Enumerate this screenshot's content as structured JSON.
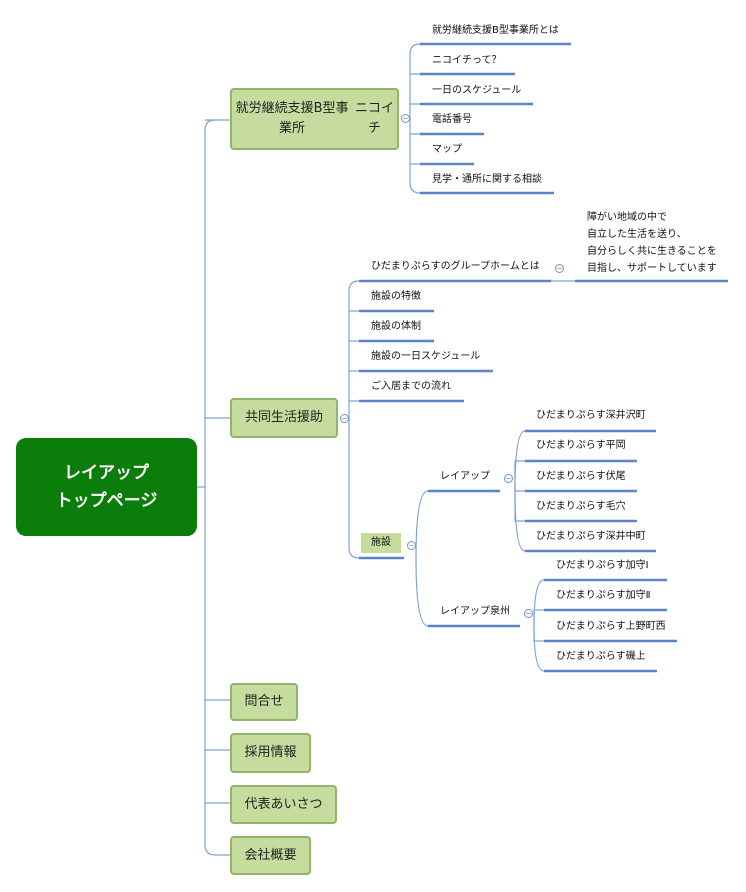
{
  "root": {
    "line1": "レイアップ",
    "line2": "トップページ"
  },
  "branches": {
    "b1": {
      "line1": "就労継続支援B型事業所",
      "line2": "ニコイチ",
      "children": [
        "就労継続支援B型事業所とは",
        "ニコイチって？",
        "一日のスケジュール",
        "電話番号",
        "マップ",
        "見学・通所に関する相談"
      ]
    },
    "b2": {
      "label": "共同生活援助",
      "children": [
        "ひだまりぷらすのグループホームとは",
        "施設の特徴",
        "施設の体制",
        "施設の一日スケジュール",
        "ご入居までの流れ",
        "施設"
      ],
      "note": [
        "障がい地域の中で",
        "自立した生活を送り、",
        "自分らしく共に生きることを",
        "目指し、サポートしています"
      ],
      "facilities": {
        "g1": {
          "label": "レイアップ",
          "items": [
            "ひだまりぷらす深井沢町",
            "ひだまりぷらす平岡",
            "ひだまりぷらす伏尾",
            "ひだまりぷらす毛穴",
            "ひだまりぷらす深井中町"
          ]
        },
        "g2": {
          "label": "レイアップ泉州",
          "items": [
            "ひだまりぷらす加守Ⅰ",
            "ひだまりぷらす加守Ⅱ",
            "ひだまりぷらす上野町西",
            "ひだまりぷらす磯上"
          ]
        }
      }
    },
    "b3": {
      "label": "問合せ"
    },
    "b4": {
      "label": "採用情報"
    },
    "b5": {
      "label": "代表あいさつ"
    },
    "b6": {
      "label": "会社概要"
    }
  },
  "colors": {
    "root": "#0a7d0a",
    "branch_fill": "#c5dc9e",
    "branch_border": "#8fb46a",
    "line": "#6f94c9",
    "underline": "#5b85c7"
  }
}
